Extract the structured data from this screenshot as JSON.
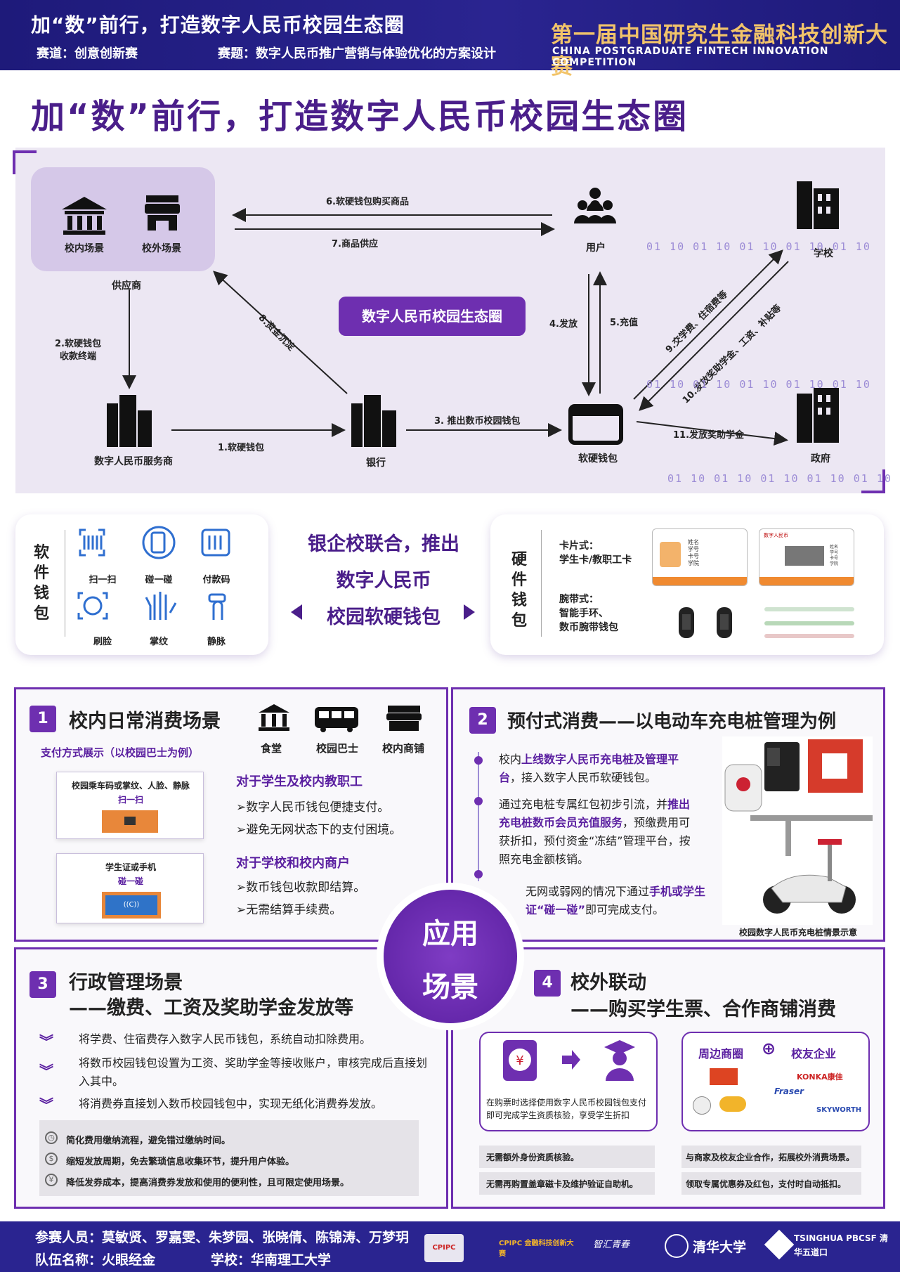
{
  "header": {
    "title": "加“数”前行，打造数字人民币校园生态圈",
    "track": "赛道：创意创新赛",
    "topic": "赛题：数字人民币推广营销与体验优化的方案设计",
    "competition_cn": "第一届中国研究生金融科技创新大赛",
    "competition_en": "CHINA POSTGRADUATE FINTECH INNOVATION COMPETITION"
  },
  "main_title": "加“数”前行，打造数字人民币校园生态圈",
  "eco": {
    "center": "数字人民币校园生态圈",
    "nodes": {
      "campus_scene": "校内场景",
      "off_campus_scene": "校外场景",
      "supplier": "供应商",
      "user": "用户",
      "school": "学校",
      "dcep_operator": "数字人民币服务商",
      "bank": "银行",
      "wallet": "软硬钱包",
      "government": "政府"
    },
    "edges": {
      "e1": "1.软硬钱包",
      "e2a": "2.软硬钱包",
      "e2b": "收款终端",
      "e3": "3. 推出数币校园钱包",
      "e4": "4.发放",
      "e5": "5.充值",
      "e6": "6.软硬钱包购买商品",
      "e7": "7.商品供应",
      "e8": "8.资金沉淀",
      "e9": "9.交学费、住宿费等",
      "e10": "10.发放奖助学金、工资、补贴等",
      "e11": "11.发放奖助学金"
    },
    "bits": "01 10 01 10 01 10 01 10 01 10"
  },
  "wallets": {
    "soft_title": "软件钱包",
    "soft_items": [
      "扫一扫",
      "碰一碰",
      "付款码",
      "刷脸",
      "掌纹",
      "静脉"
    ],
    "center_line1": "银企校联合，推出",
    "center_line2": "数字人民币",
    "center_line3": "校园软硬钱包",
    "hard_title": "硬件钱包",
    "card_type": "卡片式：",
    "card_desc": "学生卡/教职工卡",
    "band_type": "腕带式：",
    "band_desc1": "智能手环、",
    "band_desc2": "数币腕带钱包",
    "card1_lines": [
      "姓名",
      "学号",
      "卡号",
      "学院"
    ],
    "card2_title": "数字人民币",
    "card2_lines": [
      "姓名",
      "学号",
      "卡号",
      "学院"
    ]
  },
  "s1": {
    "num": "1",
    "title": "校内日常消费场景",
    "icons": [
      "食堂",
      "校园巴士",
      "校内商铺"
    ],
    "pay_demo": "支付方式展示（以校园巴士为例）",
    "box1_title": "校园乘车码或掌纹、人脸、静脉",
    "box1_sub": "扫一扫",
    "box2_title": "学生证或手机",
    "box2_sub": "碰一碰",
    "box2_badge": "((C))",
    "h1": "对于学生及校内教职工",
    "p1": "➢数字人民币钱包便捷支付。",
    "p2": "➢避免无网状态下的支付困境。",
    "h2": "对于学校和校内商户",
    "p3": "➢数币钱包收款即结算。",
    "p4": "➢无需结算手续费。"
  },
  "center_circle": {
    "l1": "应用",
    "l2": "场景"
  },
  "s2": {
    "num": "2",
    "title": "预付式消费——以电动车充电桩管理为例",
    "b1a": "校内",
    "b1b": "上线数字人民币充电桩及管理平台",
    "b1c": "，接入数字人民币软硬钱包。",
    "b2a": "通过充电桩专属红包初步引流，并",
    "b2b": "推出充电桩数币会员充值服务",
    "b2c": "，预缴费用可获折扣，预付资金“冻结”管理平台，按照充电金额核销。",
    "b3a": "无网或弱网的情况下通过",
    "b3b": "手机或学生证“碰一碰”",
    "b3c": "即可完成支付。",
    "caption": "校园数字人民币充电桩情景示意"
  },
  "s3": {
    "num": "3",
    "title1": "行政管理场景",
    "title2": "——缴费、工资及奖助学金发放等",
    "items": [
      "将学费、住宿费存入数字人民币钱包，系统自动扣除费用。",
      "将数币校园钱包设置为工资、奖助学金等接收账户，审核完成后直接划入其中。",
      "将消费券直接划入数币校园钱包中，实现无纸化消费券发放。"
    ],
    "benefits": [
      "简化费用缴纳流程，避免错过缴纳时间。",
      "缩短发放周期，免去繁琐信息收集环节，提升用户体验。",
      "降低发券成本，提高消费券发放和使用的便利性，且可限定使用场景。"
    ]
  },
  "s4": {
    "num": "4",
    "title1": "校外联动",
    "title2": "——购买学生票、合作商铺消费",
    "left_text": "在购票时选择使用数字人民币校园钱包支付即可完成学生资质核验，享受学生折扣",
    "right_t1": "周边商圈",
    "right_t2": "校友企业",
    "logos": [
      "KONKA康佳",
      "Fraser",
      "SKYWORTH"
    ],
    "notes_left": [
      "无需额外身份资质核验。",
      "无需再购置盖章磁卡及维护验证自助机。"
    ],
    "notes_right": [
      "与商家及校友企业合作，拓展校外消费场景。",
      "领取专属优惠券及红包，支付时自动抵扣。"
    ]
  },
  "footer": {
    "members": "参赛人员：莫敏贤、罗嘉雯、朱梦园、张晓倩、陈锦涛、万梦玥",
    "team": "队伍名称：火眼经金",
    "school": "学校：华南理工大学",
    "logos": [
      "CPIPC",
      "CPIPC 金融科技创新大赛",
      "智汇青春",
      "清华大学",
      "TSINGHUA PBCSF 清华五道口"
    ]
  }
}
